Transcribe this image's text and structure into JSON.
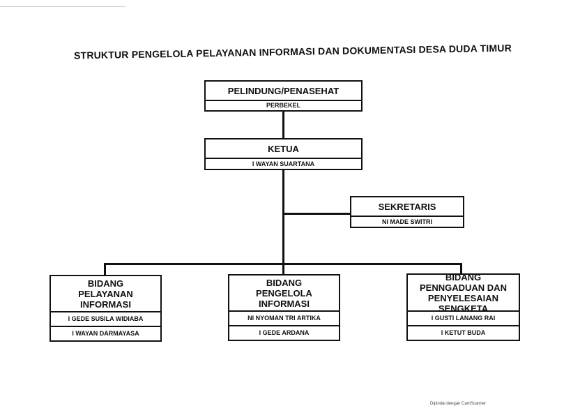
{
  "title": "STRUKTUR PENGELOLA PELAYANAN INFORMASI DAN DOKUMENTASI DESA DUDA TIMUR",
  "nodes": {
    "pelindung": {
      "role": "PELINDUNG/PENASEHAT",
      "members": [
        "PERBEKEL"
      ]
    },
    "ketua": {
      "role": "KETUA",
      "members": [
        "I WAYAN SUARTANA"
      ]
    },
    "sekretaris": {
      "role": "SEKRETARIS",
      "members": [
        "NI MADE SWITRI"
      ]
    },
    "bidang_pelayanan": {
      "role": "BIDANG PELAYANAN INFORMASI",
      "members": [
        "I GEDE SUSILA WIDIABA",
        "I WAYAN DARMAYASA"
      ]
    },
    "bidang_pengelola": {
      "role": "BIDANG PENGELOLA INFORMASI",
      "members": [
        "NI NYOMAN TRI ARTIKA",
        "I GEDE ARDANA"
      ]
    },
    "bidang_pengaduan": {
      "role": "BIDANG PENNGADUAN DAN PENYELESAIAN SENGKETA",
      "members": [
        "I GUSTI LANANG RAI",
        "I KETUT BUDA"
      ]
    }
  },
  "footer": "Dipindai dengan CamScanner"
}
